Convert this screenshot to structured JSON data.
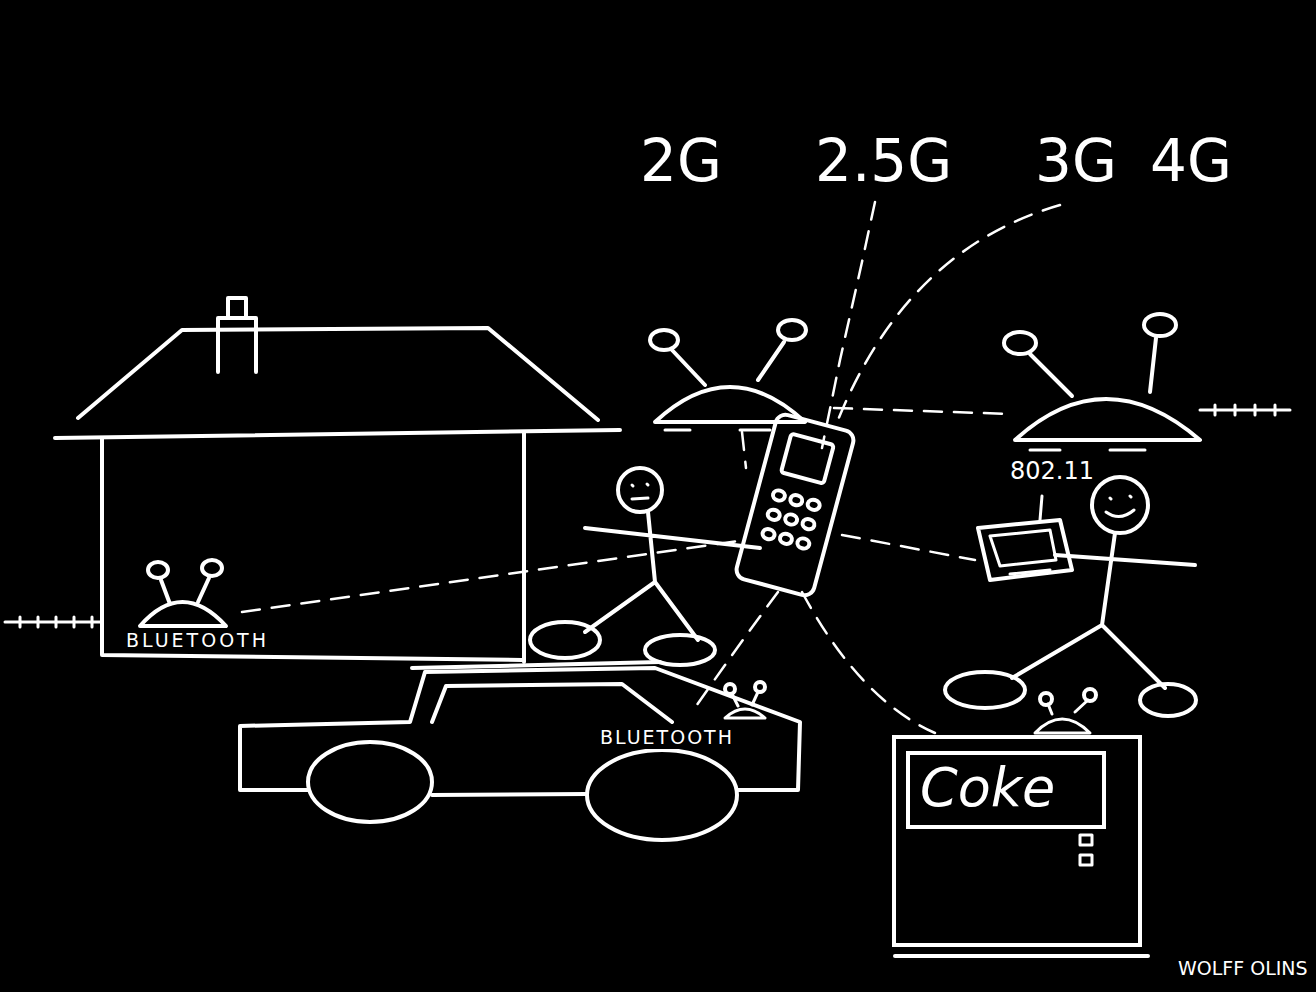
{
  "diagram": {
    "nodes": [
      {
        "text": [
          "802.11"
        ]
      },
      {
        "text": [
          "BLUETOOTH"
        ]
      },
      {
        "text": [
          "BLUETOOTH"
        ]
      },
      {
        "text": [
          "Coke"
        ]
      }
    ],
    "labels": [
      "2G",
      "2.5G",
      "3G",
      "4G",
      "WOLFF OLINS"
    ]
  }
}
